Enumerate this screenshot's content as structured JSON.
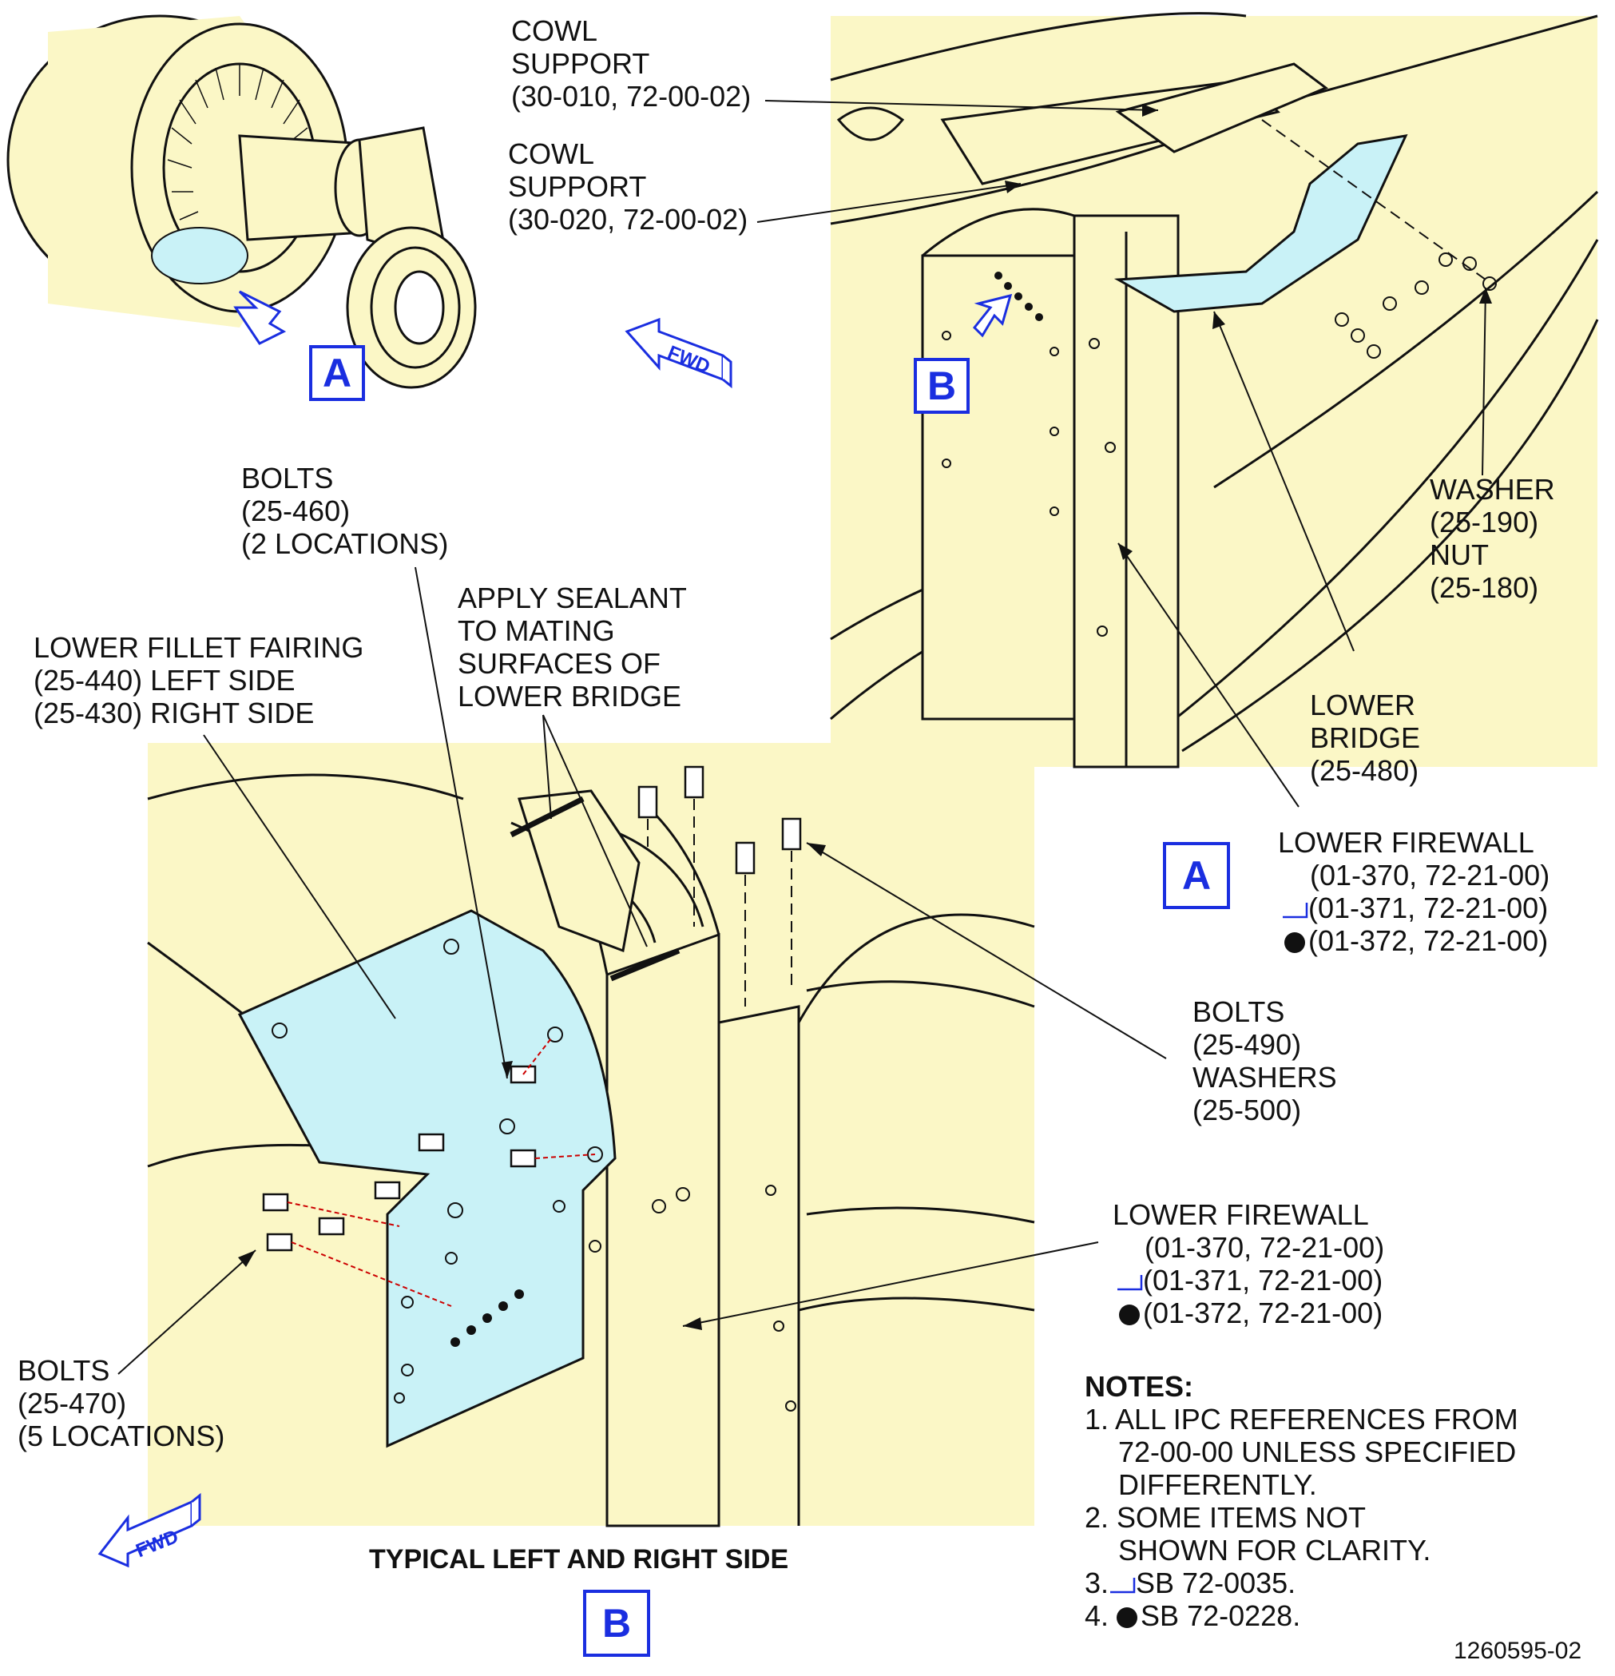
{
  "labels": {
    "cowl_support_1": [
      "COWL",
      "SUPPORT",
      "(30-010, 72-00-02)"
    ],
    "cowl_support_2": [
      "COWL",
      "SUPPORT",
      "(30-020, 72-00-02)"
    ],
    "washer_nut": [
      "WASHER",
      "(25-190)",
      "NUT",
      "(25-180)"
    ],
    "lower_bridge": [
      "LOWER",
      "BRIDGE",
      "(25-480)"
    ],
    "lower_firewall_a": {
      "title": "LOWER FIREWALL",
      "ref1": "(01-370, 72-21-00)",
      "ref2": "(01-371, 72-21-00)",
      "ref3": "(01-372, 72-21-00)"
    },
    "bolts_460": [
      "BOLTS",
      "(25-460)",
      "(2 LOCATIONS)"
    ],
    "apply_sealant": [
      "APPLY SEALANT",
      "TO MATING",
      "SURFACES OF",
      "LOWER BRIDGE"
    ],
    "lower_fillet": [
      "LOWER FILLET FAIRING",
      "(25-440) LEFT SIDE",
      "(25-430) RIGHT SIDE"
    ],
    "bolts_490": [
      "BOLTS",
      "(25-490)",
      "WASHERS",
      "(25-500)"
    ],
    "lower_firewall_b": {
      "title": "LOWER FIREWALL",
      "ref1": "(01-370, 72-21-00)",
      "ref2": "(01-371, 72-21-00)",
      "ref3": "(01-372, 72-21-00)"
    },
    "bolts_470": [
      "BOLTS",
      "(25-470)",
      "(5 LOCATIONS)"
    ]
  },
  "callouts": {
    "a_engine": "A",
    "b_view": "B",
    "a_view": "A",
    "b_title": "B"
  },
  "fwd": "FWD",
  "view_b_title": "TYPICAL LEFT AND RIGHT SIDE",
  "notes": {
    "heading": "NOTES:",
    "items": [
      [
        "1. ALL IPC REFERENCES FROM",
        "72-00-00 UNLESS SPECIFIED",
        "DIFFERENTLY."
      ],
      [
        "2. SOME ITEMS NOT",
        "SHOWN FOR CLARITY."
      ],
      [
        "3.",
        "SB 72-0035."
      ],
      [
        "4.",
        "SB 72-0228."
      ]
    ]
  },
  "doc_number": "1260595-02",
  "colors": {
    "part_fill": "#fbf7c6",
    "highlight_fill": "#c9f2f7",
    "callout_blue": "#1a2ee0",
    "line": "#111111"
  }
}
